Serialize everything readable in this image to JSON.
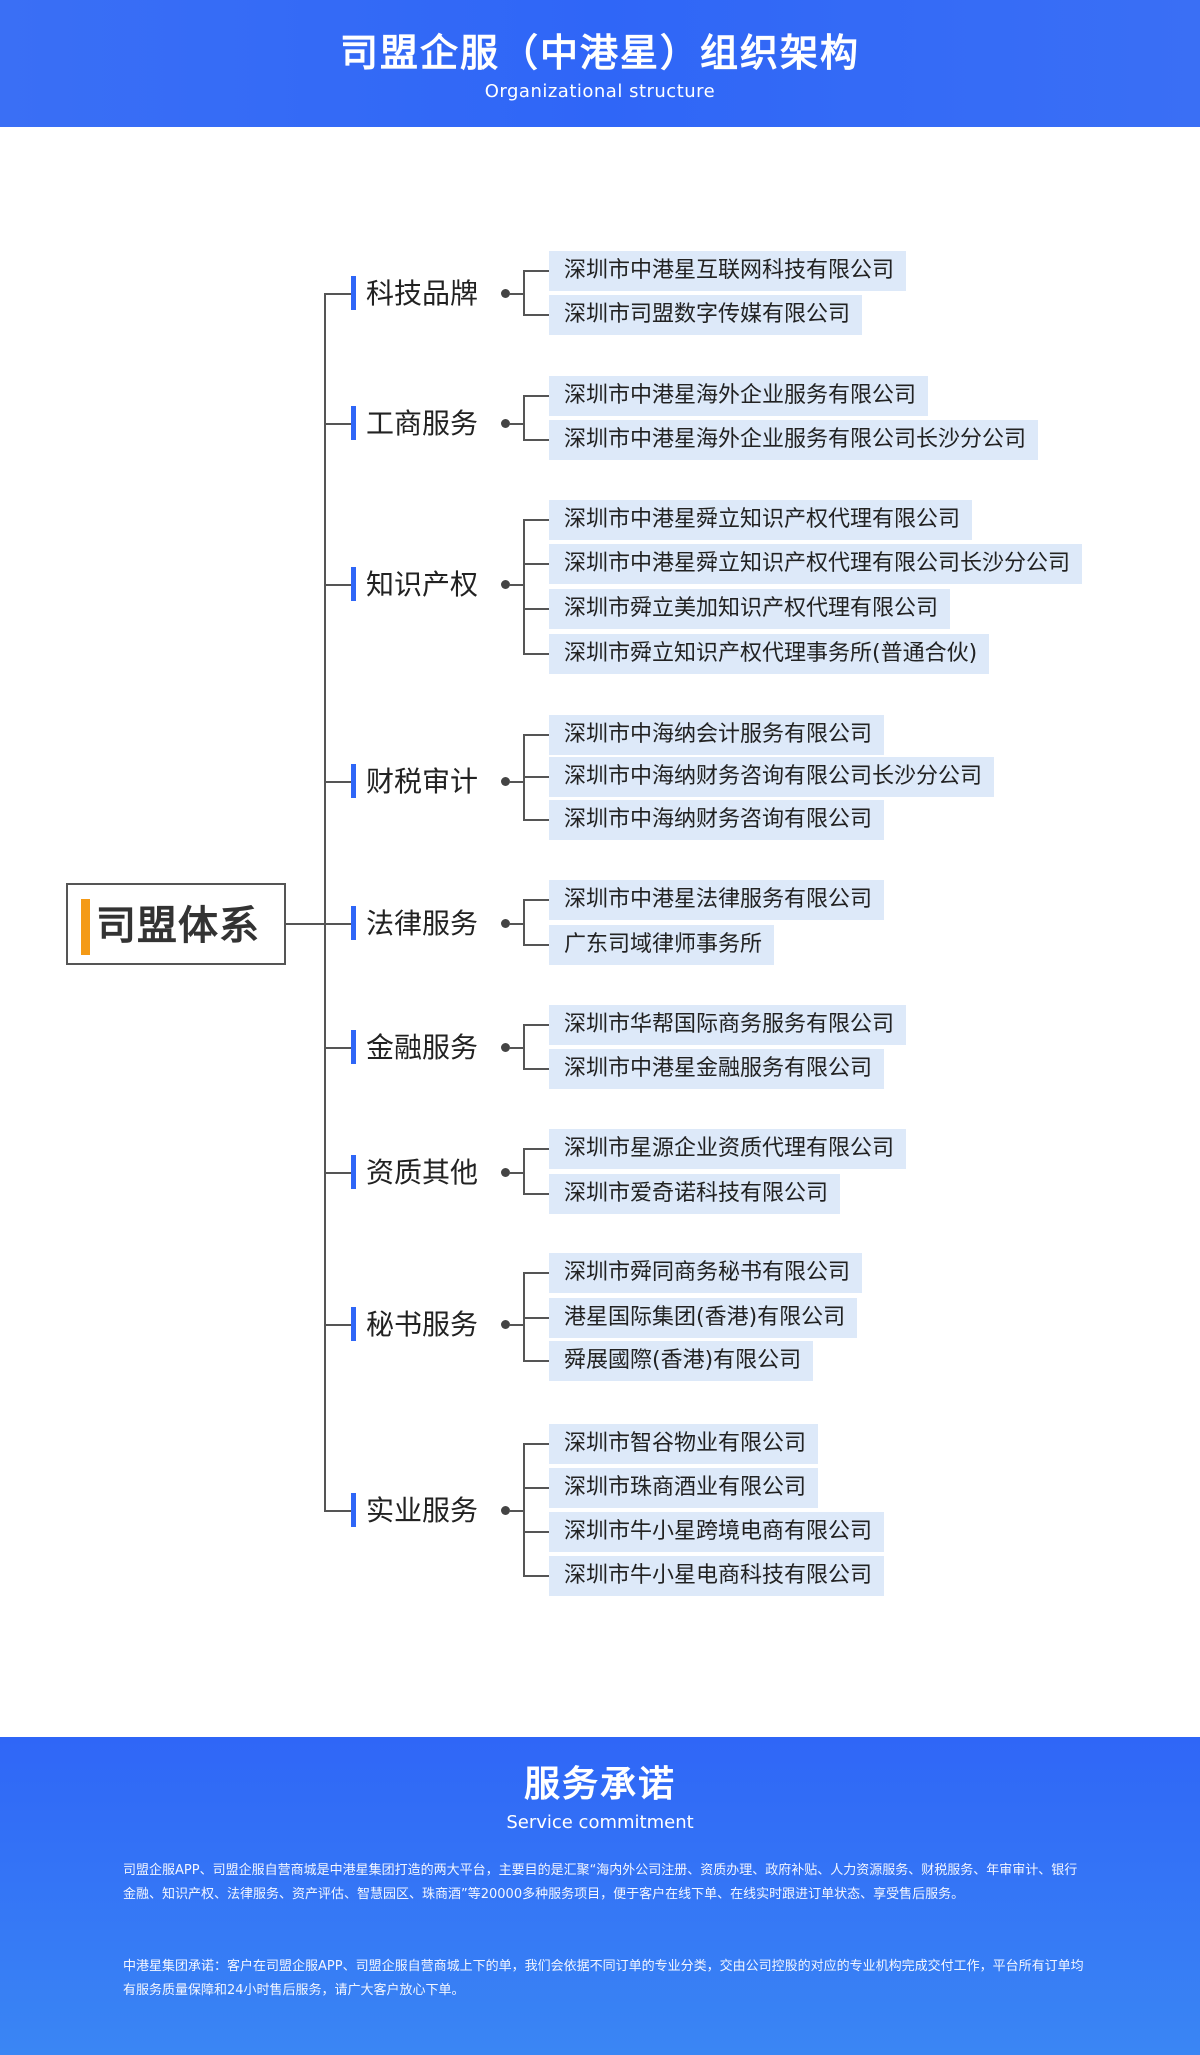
{
  "header": {
    "title": "司盟企服（中港星）组织架构",
    "subtitle": "Organizational structure"
  },
  "root": {
    "label": "司盟体系"
  },
  "categories": [
    {
      "label": "科技品牌",
      "companies": [
        "深圳市中港星互联网科技有限公司",
        "深圳市司盟数字传媒有限公司"
      ]
    },
    {
      "label": "工商服务",
      "companies": [
        "深圳市中港星海外企业服务有限公司",
        "深圳市中港星海外企业服务有限公司长沙分公司"
      ]
    },
    {
      "label": "知识产权",
      "companies": [
        "深圳市中港星舜立知识产权代理有限公司",
        "深圳市中港星舜立知识产权代理有限公司长沙分公司",
        "深圳市舜立美加知识产权代理有限公司",
        "深圳市舜立知识产权代理事务所(普通合伙)"
      ]
    },
    {
      "label": "财税审计",
      "companies": [
        "深圳市中海纳会计服务有限公司",
        "深圳市中海纳财务咨询有限公司长沙分公司",
        "深圳市中海纳财务咨询有限公司"
      ]
    },
    {
      "label": "法律服务",
      "companies": [
        "深圳市中港星法律服务有限公司",
        "广东司域律师事务所"
      ]
    },
    {
      "label": "金融服务",
      "companies": [
        "深圳市华帮国际商务服务有限公司",
        "深圳市中港星金融服务有限公司"
      ]
    },
    {
      "label": "资质其他",
      "companies": [
        "深圳市星源企业资质代理有限公司",
        "深圳市爱奇诺科技有限公司"
      ]
    },
    {
      "label": "秘书服务",
      "companies": [
        "深圳市舜同商务秘书有限公司",
        "港星国际集团(香港)有限公司",
        "舜展國際(香港)有限公司"
      ]
    },
    {
      "label": "实业服务",
      "companies": [
        "深圳市智谷物业有限公司",
        "深圳市珠商酒业有限公司",
        "深圳市牛小星跨境电商有限公司",
        "深圳市牛小星电商科技有限公司"
      ]
    }
  ],
  "footer": {
    "title": "服务承诺",
    "subtitle": "Service commitment",
    "paragraph1": "司盟企服APP、司盟企服自营商城是中港星集团打造的两大平台，主要目的是汇聚“海内外公司注册、资质办理、政府补贴、人力资源服务、财税服务、年审审计、银行金融、知识产权、法律服务、资产评估、智慧园区、珠商酒”等20000多种服务项目，便于客户在线下单、在线实时跟进订单状态、享受售后服务。",
    "paragraph2": "中港星集团承诺：客户在司盟企服APP、司盟企服自营商城上下的单，我们会依据不同订单的专业分类，交由公司控股的对应的专业机构完成交付工作，平台所有订单均有服务质量保障和24小时售后服务，请广大客户放心下单。"
  }
}
